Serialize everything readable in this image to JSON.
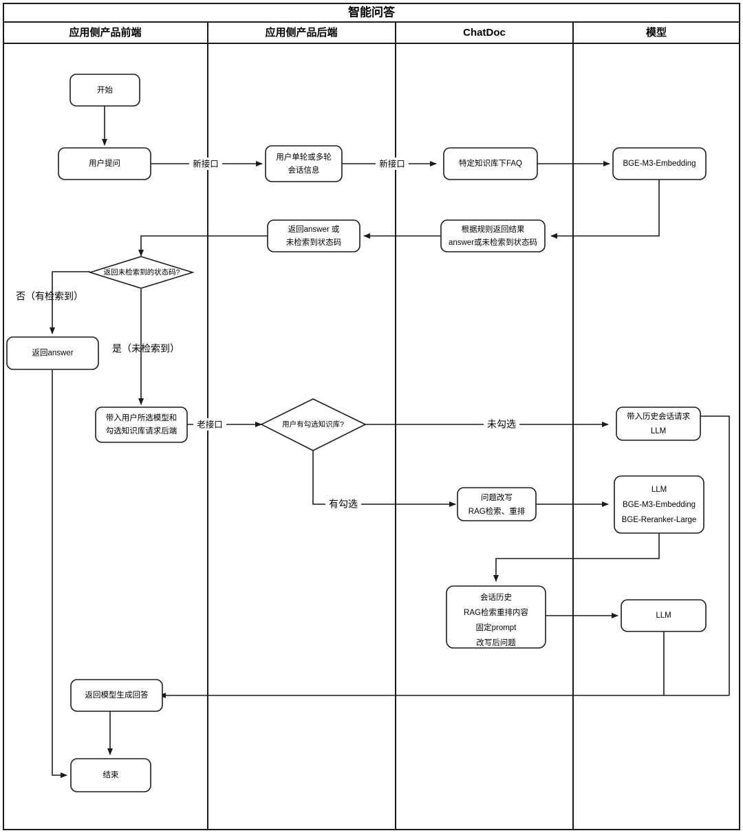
{
  "diagram": {
    "title": "智能问答",
    "type": "swimlane-flowchart",
    "lanes": [
      {
        "id": "frontend",
        "label": "应用侧产品前端"
      },
      {
        "id": "backend",
        "label": "应用侧产品后端"
      },
      {
        "id": "chatdoc",
        "label": "ChatDoc"
      },
      {
        "id": "model",
        "label": "模型"
      }
    ],
    "nodes": [
      {
        "id": "start",
        "lane": "frontend",
        "shape": "rounded-rect",
        "lines": [
          "开始"
        ]
      },
      {
        "id": "user-question",
        "lane": "frontend",
        "shape": "rounded-rect",
        "lines": [
          "用户提问"
        ]
      },
      {
        "id": "session-info",
        "lane": "backend",
        "shape": "rounded-rect",
        "lines": [
          "用户单轮或多轮",
          "会话信息"
        ]
      },
      {
        "id": "kb-faq",
        "lane": "chatdoc",
        "shape": "rounded-rect",
        "lines": [
          "特定知识库下FAQ"
        ]
      },
      {
        "id": "bge-embedding",
        "lane": "model",
        "shape": "rounded-rect",
        "lines": [
          "BGE-M3-Embedding"
        ]
      },
      {
        "id": "rule-result",
        "lane": "chatdoc",
        "shape": "rounded-rect",
        "lines": [
          "根据规则返回结果",
          "answer或未检索到状态码"
        ]
      },
      {
        "id": "return-answer-or-code",
        "lane": "backend",
        "shape": "rounded-rect",
        "lines": [
          "返回answer 或",
          "未检索到状态码"
        ]
      },
      {
        "id": "decision-status",
        "lane": "frontend",
        "shape": "diamond",
        "lines": [
          "返回未检索到的状态码?"
        ]
      },
      {
        "id": "return-answer",
        "lane": "frontend",
        "shape": "rounded-rect",
        "lines": [
          "返回answer"
        ]
      },
      {
        "id": "request-backend",
        "lane": "backend",
        "shape": "rounded-rect",
        "lines": [
          "带入用户所选模型和",
          "勾选知识库请求后端"
        ]
      },
      {
        "id": "decision-kb",
        "lane": "backend",
        "shape": "diamond",
        "lines": [
          "用户有勾选知识库?"
        ]
      },
      {
        "id": "history-llm",
        "lane": "model",
        "shape": "rounded-rect",
        "lines": [
          "带入历史会话请求",
          "LLM"
        ]
      },
      {
        "id": "query-rewrite",
        "lane": "chatdoc",
        "shape": "rounded-rect",
        "lines": [
          "问题改写",
          "RAG检索、重排"
        ]
      },
      {
        "id": "llm-rerank",
        "lane": "model",
        "shape": "rounded-rect",
        "lines": [
          "LLM",
          "BGE-M3-Embedding",
          "BGE-Reranker-Large"
        ]
      },
      {
        "id": "context-bundle",
        "lane": "chatdoc",
        "shape": "rounded-rect",
        "lines": [
          "会话历史",
          "RAG检索重排内容",
          "固定prompt",
          "改写后问题"
        ]
      },
      {
        "id": "llm-final",
        "lane": "model",
        "shape": "rounded-rect",
        "lines": [
          "LLM"
        ]
      },
      {
        "id": "return-generated",
        "lane": "frontend",
        "shape": "rounded-rect",
        "lines": [
          "返回模型生成回答"
        ]
      },
      {
        "id": "end",
        "lane": "frontend",
        "shape": "rounded-rect",
        "lines": [
          "结束"
        ]
      }
    ],
    "edge_labels": [
      {
        "id": "new-api-1",
        "text": "新接口",
        "from": "user-question",
        "to": "session-info"
      },
      {
        "id": "new-api-2",
        "text": "新接口",
        "from": "session-info",
        "to": "kb-faq"
      },
      {
        "id": "no-retrieved",
        "text": "否（有检索到）",
        "from": "decision-status",
        "to": "return-answer"
      },
      {
        "id": "yes-not-retrieved",
        "text": "是（未检索到）",
        "from": "decision-status",
        "to": "request-backend"
      },
      {
        "id": "old-api",
        "text": "老接口",
        "from": "request-backend",
        "to": "decision-kb"
      },
      {
        "id": "not-checked",
        "text": "未勾选",
        "from": "decision-kb",
        "to": "history-llm"
      },
      {
        "id": "checked",
        "text": "有勾选",
        "from": "decision-kb",
        "to": "query-rewrite"
      }
    ],
    "colors": {
      "stroke": "#1a1a1a",
      "fill": "#ffffff",
      "text": "#000000",
      "background": "#ffffff"
    }
  }
}
